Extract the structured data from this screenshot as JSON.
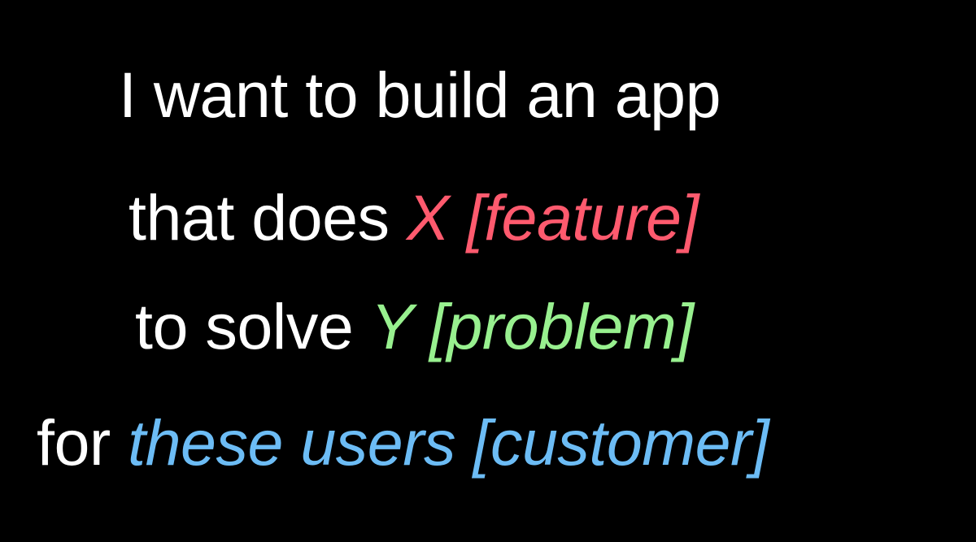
{
  "lines": [
    {
      "prefix": "I want to build an app"
    },
    {
      "prefix": "that does ",
      "highlight": "X [feature]",
      "highlight_color": "#ff5a6e"
    },
    {
      "prefix": "to solve ",
      "highlight": "Y [problem]",
      "highlight_color": "#98f08f"
    },
    {
      "prefix": "for ",
      "highlight": "these users [customer]",
      "highlight_color": "#6cbcf5"
    }
  ],
  "colors": {
    "background": "#000000",
    "text": "#ffffff"
  }
}
